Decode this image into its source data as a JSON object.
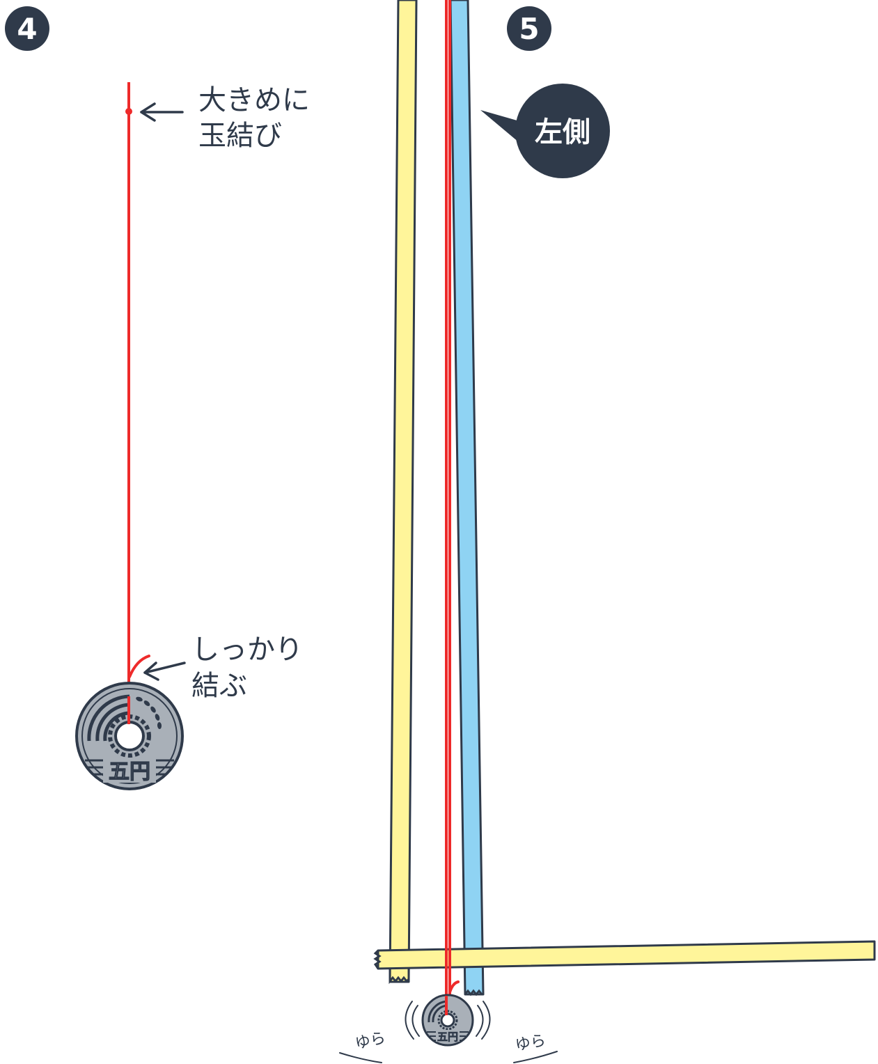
{
  "colors": {
    "outline": "#2f3a4a",
    "thread": "#ee2a2a",
    "stick_yellow": "#fff59a",
    "stick_blue": "#8fd3f3",
    "coin_fill": "#a9b0b8",
    "badge": "#2f3a4a",
    "background": "#ffffff"
  },
  "step4": {
    "number": "4",
    "knot_label": [
      "大きめに",
      "玉結び"
    ],
    "tie_label": [
      "しっかり",
      "結ぶ"
    ],
    "coin_text": "五円"
  },
  "step5": {
    "number": "5",
    "callout": "左側",
    "coin_text": "五円",
    "swing_left": "ゆら",
    "swing_right": "ゆら"
  }
}
